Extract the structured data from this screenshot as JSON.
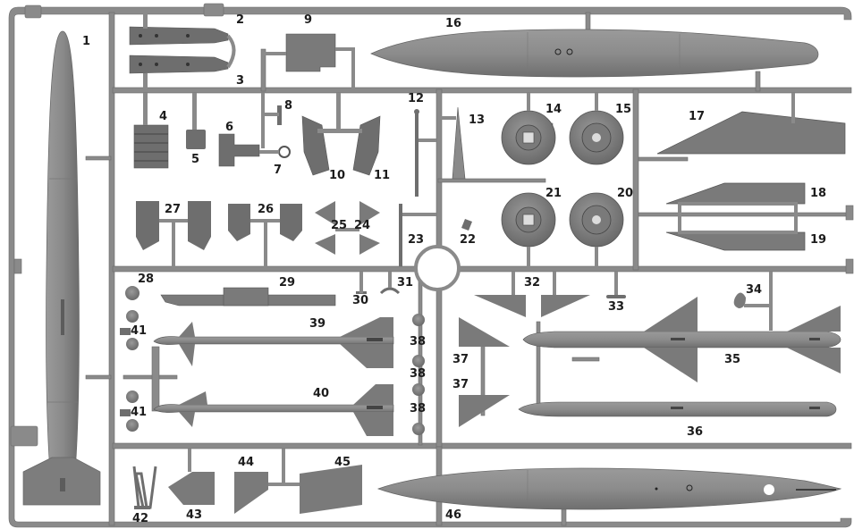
{
  "colors": {
    "plastic": "#8c8c8c",
    "plastic_dark": "#6f6f6f",
    "frame": "#8a8a8a",
    "label": "#1c1c1c",
    "background": "#ffffff"
  },
  "part_labels": [
    {
      "id": "p1",
      "text": "1"
    },
    {
      "id": "p2",
      "text": "2"
    },
    {
      "id": "p3",
      "text": "3"
    },
    {
      "id": "p4",
      "text": "4"
    },
    {
      "id": "p5",
      "text": "5"
    },
    {
      "id": "p6",
      "text": "6"
    },
    {
      "id": "p7",
      "text": "7"
    },
    {
      "id": "p8",
      "text": "8"
    },
    {
      "id": "p9",
      "text": "9"
    },
    {
      "id": "p10",
      "text": "10"
    },
    {
      "id": "p11",
      "text": "11"
    },
    {
      "id": "p12",
      "text": "12"
    },
    {
      "id": "p13",
      "text": "13"
    },
    {
      "id": "p14",
      "text": "14"
    },
    {
      "id": "p15",
      "text": "15"
    },
    {
      "id": "p16",
      "text": "16"
    },
    {
      "id": "p17",
      "text": "17"
    },
    {
      "id": "p18",
      "text": "18"
    },
    {
      "id": "p19",
      "text": "19"
    },
    {
      "id": "p20",
      "text": "20"
    },
    {
      "id": "p21",
      "text": "21"
    },
    {
      "id": "p22",
      "text": "22"
    },
    {
      "id": "p23",
      "text": "23"
    },
    {
      "id": "p24",
      "text": "24"
    },
    {
      "id": "p25",
      "text": "25"
    },
    {
      "id": "p26",
      "text": "26"
    },
    {
      "id": "p27",
      "text": "27"
    },
    {
      "id": "p28",
      "text": "28"
    },
    {
      "id": "p29",
      "text": "29"
    },
    {
      "id": "p30",
      "text": "30"
    },
    {
      "id": "p31",
      "text": "31"
    },
    {
      "id": "p32",
      "text": "32"
    },
    {
      "id": "p33",
      "text": "33"
    },
    {
      "id": "p34",
      "text": "34"
    },
    {
      "id": "p35",
      "text": "35"
    },
    {
      "id": "p36",
      "text": "36"
    },
    {
      "id": "p37a",
      "text": "37"
    },
    {
      "id": "p37b",
      "text": "37"
    },
    {
      "id": "p38a",
      "text": "38"
    },
    {
      "id": "p38b",
      "text": "38"
    },
    {
      "id": "p38c",
      "text": "38"
    },
    {
      "id": "p39",
      "text": "39"
    },
    {
      "id": "p40",
      "text": "40"
    },
    {
      "id": "p41a",
      "text": "41"
    },
    {
      "id": "p41b",
      "text": "41"
    },
    {
      "id": "p42",
      "text": "42"
    },
    {
      "id": "p43",
      "text": "43"
    },
    {
      "id": "p44",
      "text": "44"
    },
    {
      "id": "p45",
      "text": "45"
    },
    {
      "id": "p46",
      "text": "46"
    }
  ]
}
